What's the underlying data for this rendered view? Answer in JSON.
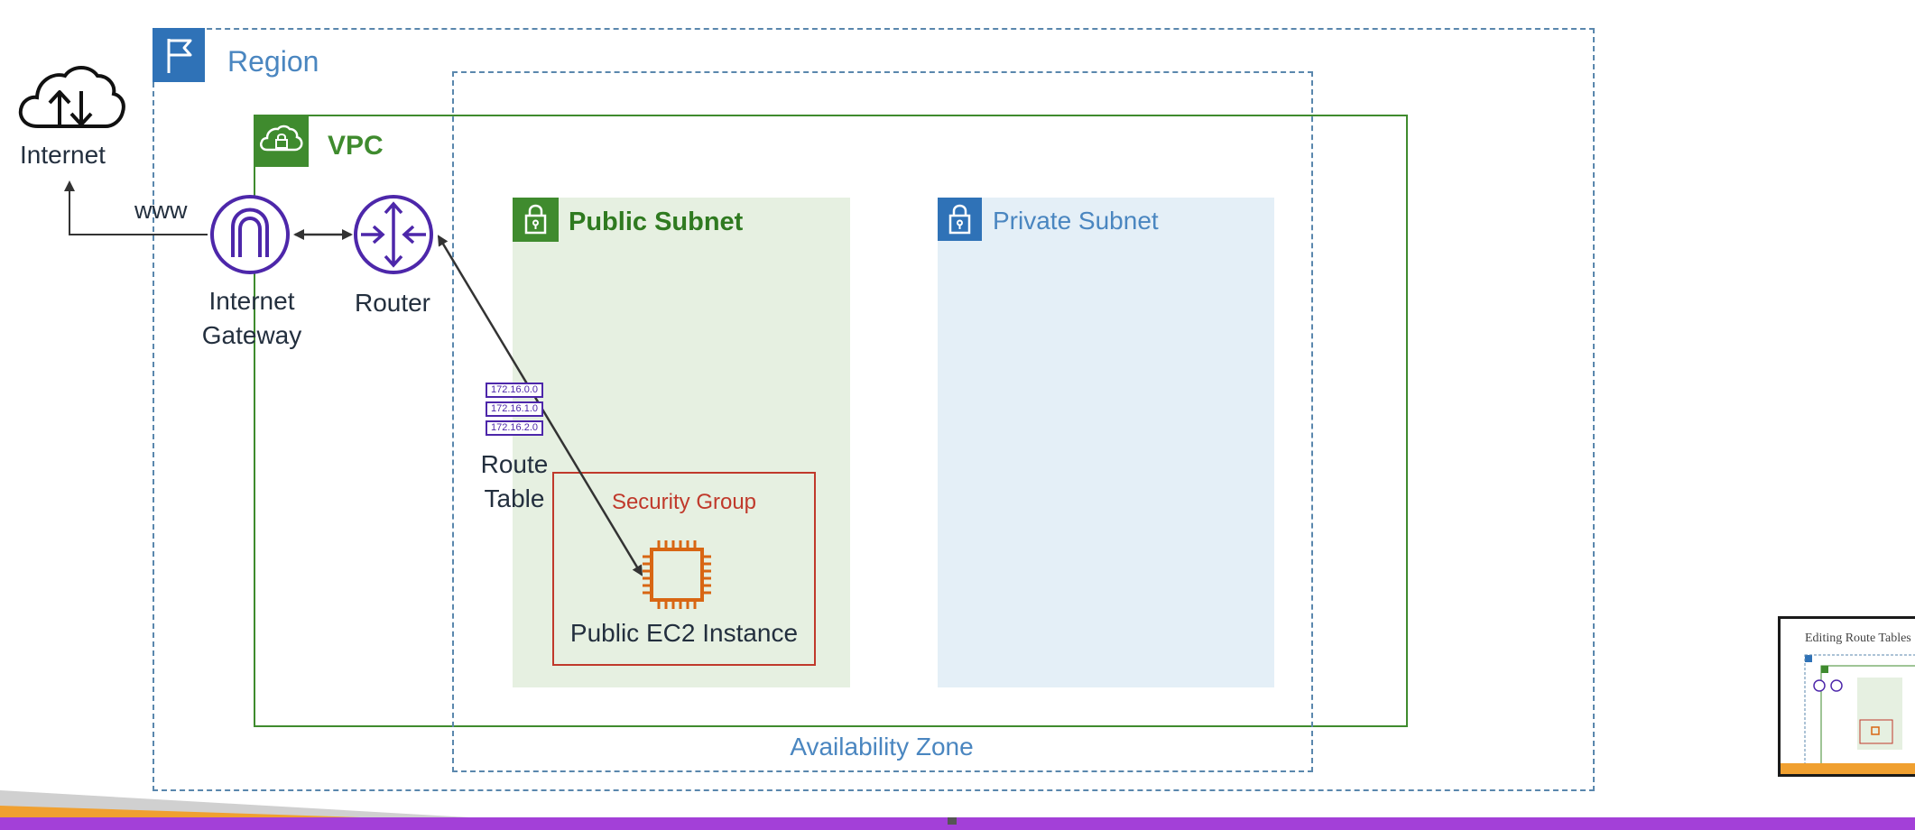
{
  "region": {
    "label": "Region"
  },
  "availability_zone": {
    "label": "Availability Zone"
  },
  "vpc": {
    "label": "VPC"
  },
  "public_subnet": {
    "label": "Public Subnet"
  },
  "private_subnet": {
    "label": "Private Subnet"
  },
  "internet": {
    "label": "Internet"
  },
  "www": {
    "label": "www"
  },
  "internet_gateway": {
    "line1": "Internet",
    "line2": "Gateway"
  },
  "router": {
    "label": "Router"
  },
  "route_table": {
    "line1": "Route",
    "line2": "Table",
    "entries": [
      "172.16.0.0",
      "172.16.1.0",
      "172.16.2.0"
    ]
  },
  "security_group": {
    "label": "Security Group"
  },
  "ec2": {
    "label": "Public EC2 Instance"
  },
  "thumbnail": {
    "title": "Editing Route Tables"
  },
  "colors": {
    "region_blue": "#2f72b7",
    "vpc_green": "#3f8b2e",
    "security_red": "#c0392b",
    "network_purple": "#4d27aa",
    "ec2_orange": "#d86613",
    "bottom_bar": "#a340d8"
  }
}
